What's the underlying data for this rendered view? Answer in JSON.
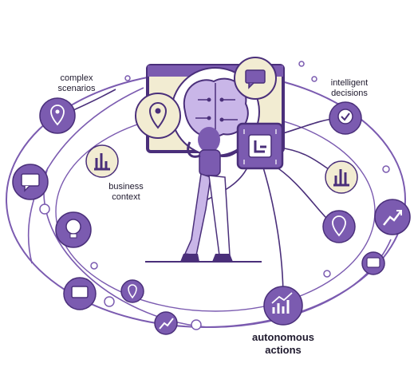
{
  "labels": {
    "complex_scenarios": [
      "complex",
      "scenarios"
    ],
    "intelligent_decisions": [
      "intelligent",
      "decisions"
    ],
    "business_context": [
      "business",
      "context"
    ],
    "autonomous_actions": [
      "autonomous",
      "actions"
    ]
  },
  "colors": {
    "purple": "#7b5bb0",
    "purple_light": "#c9b6e8",
    "purple_dark": "#4a2f7a",
    "cream": "#f2ecd2",
    "ink": "#1f1a2e"
  },
  "icons": [
    "pin-icon",
    "chat-icon",
    "chart-icon",
    "check-icon",
    "trend-icon",
    "brain-icon",
    "chip-logo-icon",
    "person-illustration",
    "screen-icon"
  ]
}
